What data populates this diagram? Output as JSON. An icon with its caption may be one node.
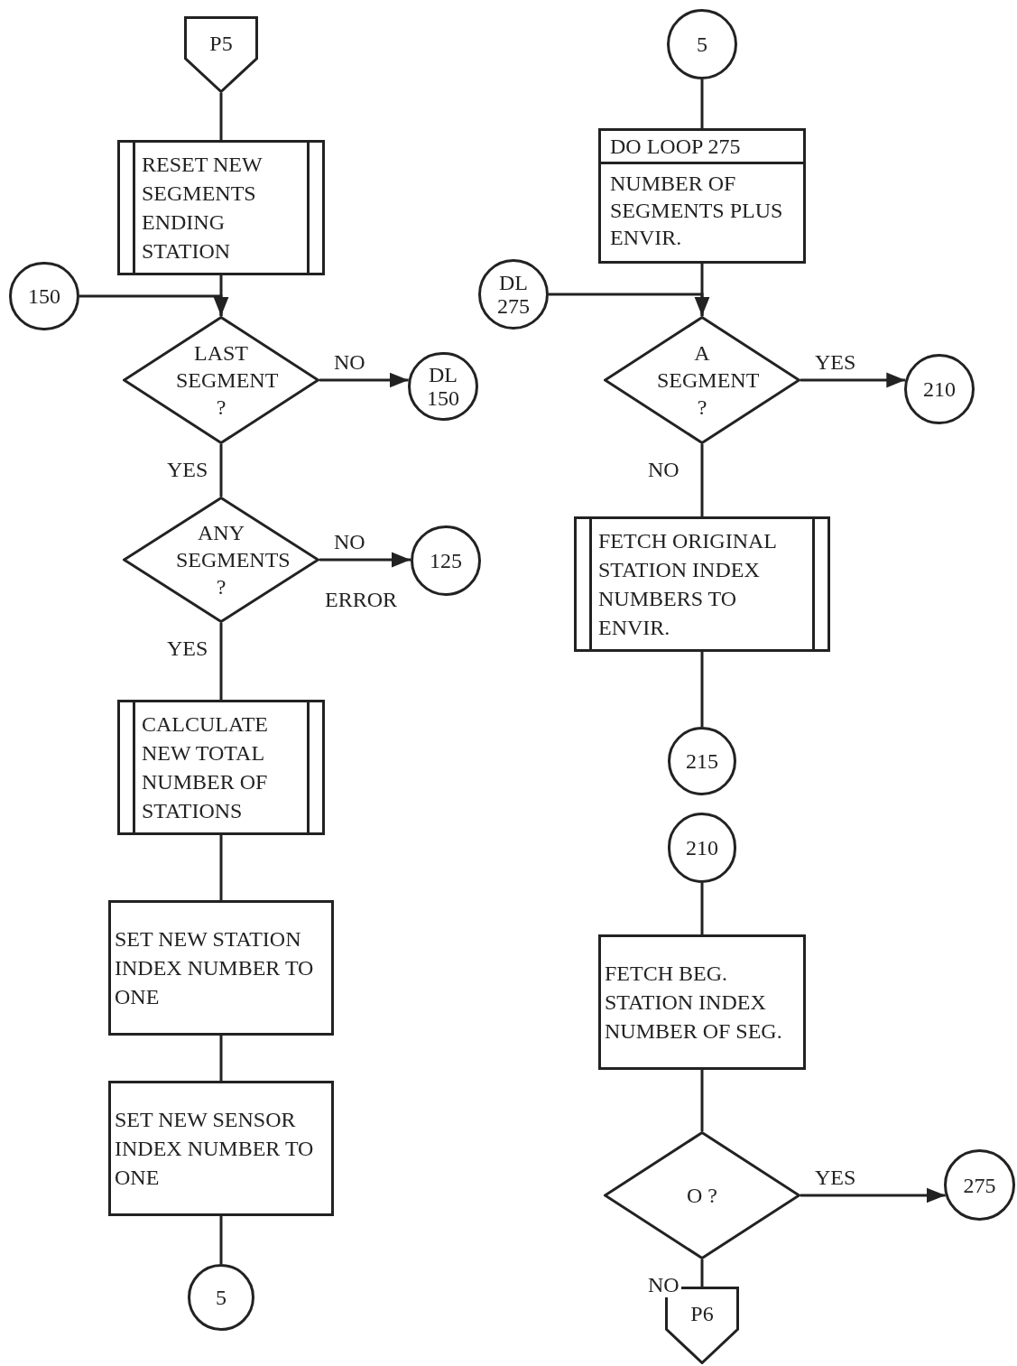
{
  "diagram": {
    "nodes": [
      {
        "text": [
          "P5"
        ]
      },
      {
        "text": [
          "RESET NEW SEGMENTS ENDING STATION"
        ]
      },
      {
        "text": [
          "150"
        ]
      },
      {
        "text": [
          "LAST SEGMENT ?"
        ]
      },
      {
        "text": [
          "DL 150"
        ]
      },
      {
        "text": [
          "ANY SEGMENTS ?"
        ]
      },
      {
        "text": [
          "125"
        ]
      },
      {
        "text": [
          "CALCULATE NEW TOTAL NUMBER OF STATIONS"
        ]
      },
      {
        "text": [
          "SET NEW STATION INDEX NUMBER TO ONE"
        ]
      },
      {
        "text": [
          "SET NEW SENSOR INDEX NUMBER TO ONE"
        ]
      },
      {
        "text": [
          "5"
        ]
      },
      {
        "text": [
          "5"
        ]
      },
      {
        "text": [
          "DO LOOP 275",
          "NUMBER OF SEGMENTS PLUS ENVIR."
        ]
      },
      {
        "text": [
          "DL 275"
        ]
      },
      {
        "text": [
          "A SEGMENT ?"
        ]
      },
      {
        "text": [
          "210"
        ]
      },
      {
        "text": [
          "FETCH ORIGINAL STATION INDEX NUMBERS TO ENVIR."
        ]
      },
      {
        "text": [
          "215"
        ]
      },
      {
        "text": [
          "210"
        ]
      },
      {
        "text": [
          "FETCH BEG. STATION INDEX NUMBER OF SEG."
        ]
      },
      {
        "text": [
          "O ?"
        ]
      },
      {
        "text": [
          "275"
        ]
      },
      {
        "text": [
          "P6"
        ]
      }
    ],
    "edges": [
      {
        "from": 0,
        "to": 1,
        "arrow": "none"
      },
      {
        "from": 1,
        "to": 3,
        "arrow": "none"
      },
      {
        "from": 2,
        "to": 3,
        "arrow": "to"
      },
      {
        "from": 3,
        "to": 4,
        "arrow": "to",
        "label": "NO"
      },
      {
        "from": 3,
        "to": 5,
        "arrow": "none",
        "label": "YES"
      },
      {
        "from": 5,
        "to": 6,
        "arrow": "to",
        "label": "NO"
      },
      {
        "from": 5,
        "to": 7,
        "arrow": "none",
        "label": "YES"
      },
      {
        "from": 7,
        "to": 8,
        "arrow": "none"
      },
      {
        "from": 8,
        "to": 9,
        "arrow": "none"
      },
      {
        "from": 9,
        "to": 10,
        "arrow": "none"
      },
      {
        "from": 11,
        "to": 12,
        "arrow": "none"
      },
      {
        "from": 12,
        "to": 14,
        "arrow": "none"
      },
      {
        "from": 13,
        "to": 14,
        "arrow": "to"
      },
      {
        "from": 14,
        "to": 15,
        "arrow": "to",
        "label": "YES"
      },
      {
        "from": 14,
        "to": 16,
        "arrow": "none",
        "label": "NO"
      },
      {
        "from": 16,
        "to": 17,
        "arrow": "none"
      },
      {
        "from": 18,
        "to": 19,
        "arrow": "none"
      },
      {
        "from": 19,
        "to": 20,
        "arrow": "none"
      },
      {
        "from": 20,
        "to": 21,
        "arrow": "to",
        "label": "YES"
      },
      {
        "from": 20,
        "to": 22,
        "arrow": "none",
        "label": "NO"
      }
    ],
    "labels": [
      "ERROR"
    ]
  }
}
